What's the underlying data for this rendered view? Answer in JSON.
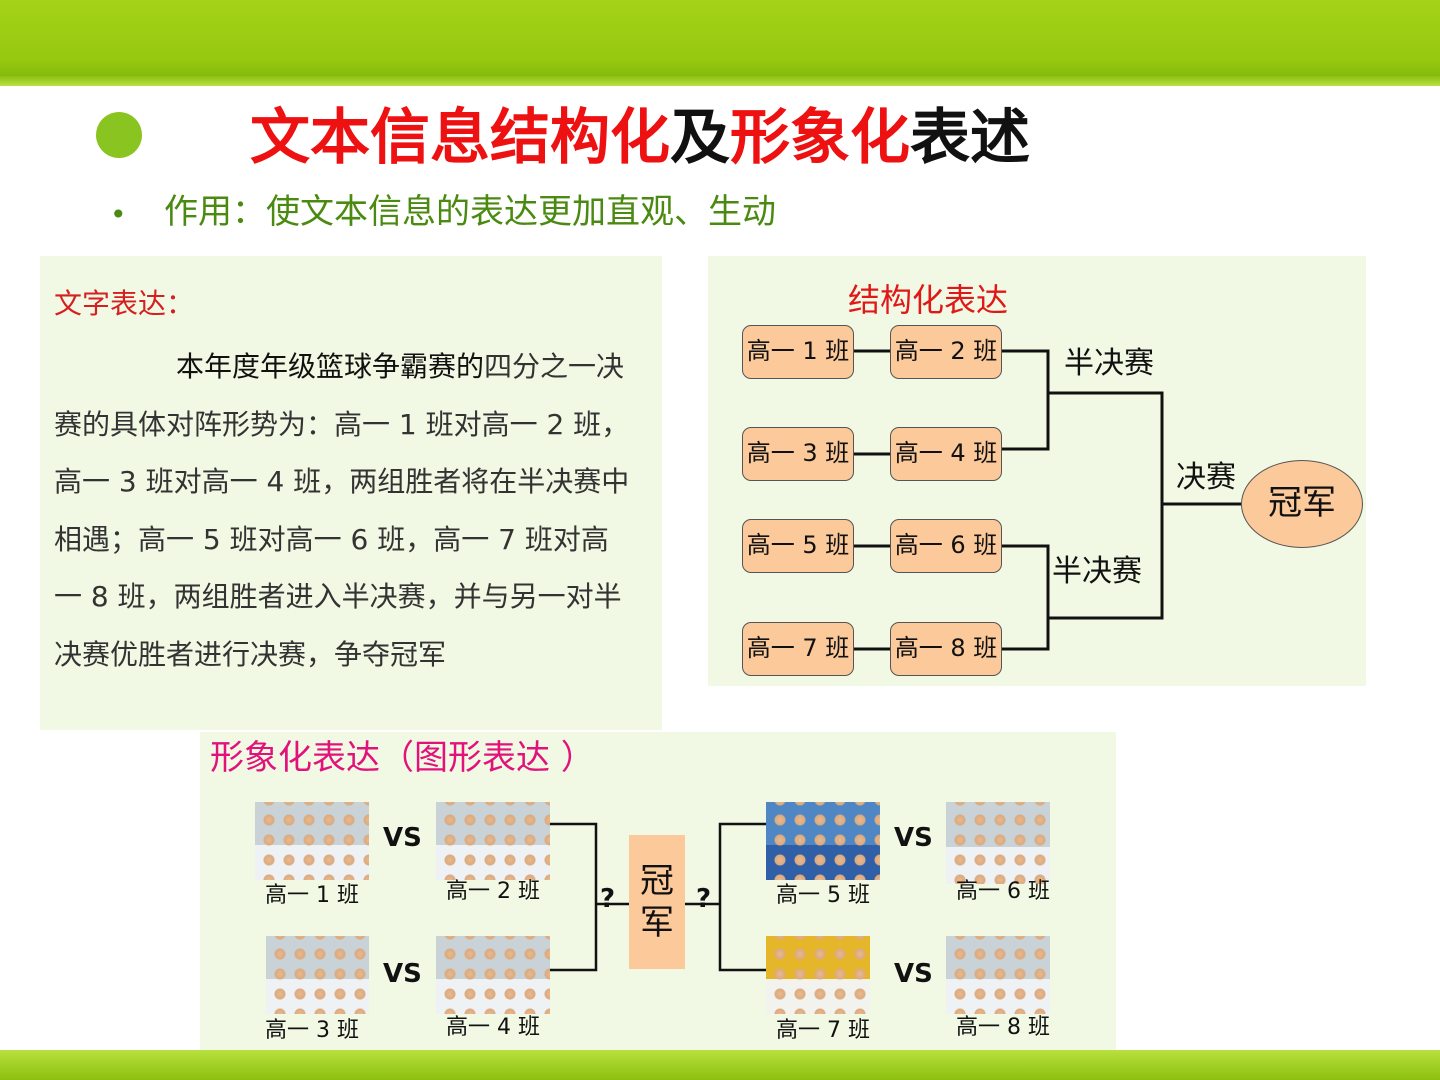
{
  "slide": {
    "title_parts": [
      "文本信息结构化",
      "及",
      "形象化",
      "表述"
    ],
    "bullet": "•",
    "subtitle": "作用：使文本信息的表达更加直观、生动"
  },
  "text_panel": {
    "heading": "文字表达：",
    "body_lead": "本年度年级篮球争霸赛的",
    "body_rest": "四分之一决赛的具体对阵形势为：高一 1 班对高一 2 班，高一 3 班对高一 4 班，两组胜者将在半决赛中相遇；高一 5 班对高一 6 班，高一 7 班对高一 8 班，两组胜者进入半决赛，并与另一对半决赛优胜者进行决赛，争夺冠军"
  },
  "structure_panel": {
    "heading": "结构化表达",
    "classes": [
      "高一 1 班",
      "高一 2 班",
      "高一 3 班",
      "高一 4 班",
      "高一 5 班",
      "高一 6 班",
      "高一 7 班",
      "高一 8 班"
    ],
    "semifinal_label": "半决赛",
    "final_label": "决赛",
    "champion": "冠军"
  },
  "image_panel": {
    "heading": "形象化表达（图形表达  ）",
    "vs": "VS",
    "question": "?",
    "champion_chars": [
      "冠",
      "军"
    ],
    "captions": [
      "高一 1 班",
      "高一 2 班",
      "高一 3 班",
      "高一 4 班",
      "高一 5 班",
      "高一 6 班",
      "高一 7 班",
      "高一 8 班"
    ]
  }
}
